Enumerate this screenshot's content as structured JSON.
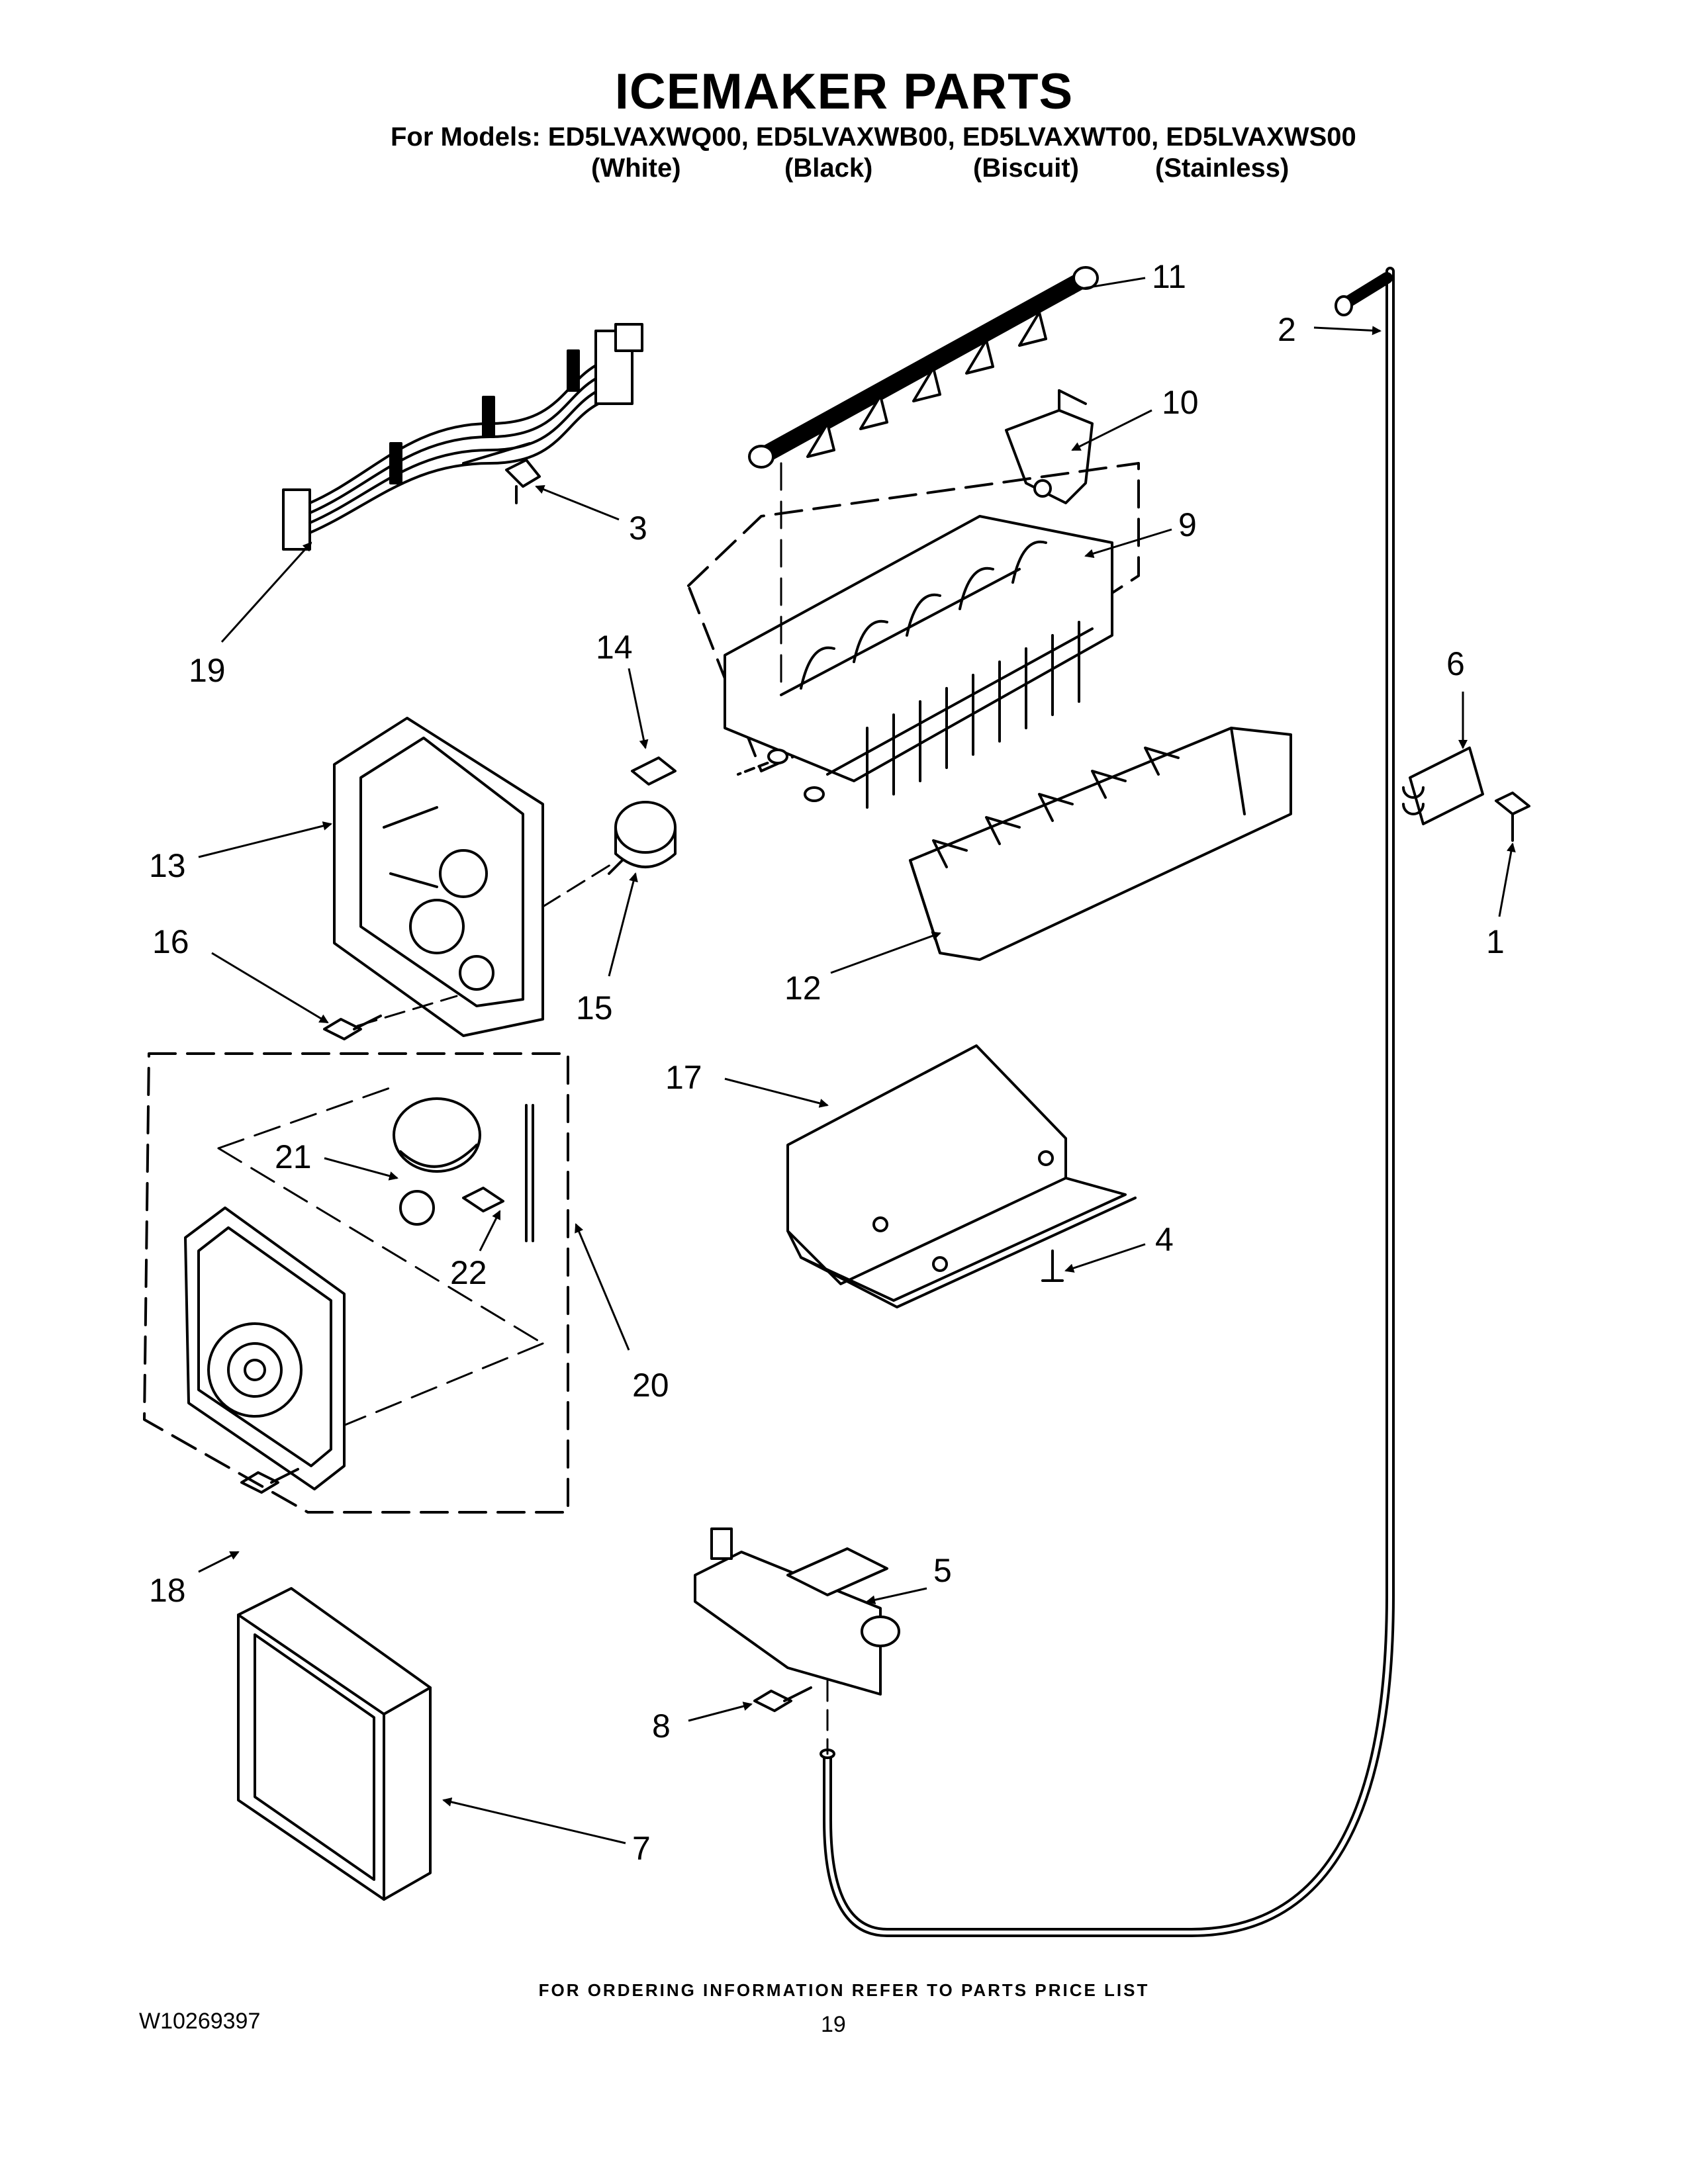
{
  "header": {
    "title": "ICEMAKER PARTS",
    "models_line": "For Models: ED5LVAXWQ00, ED5LVAXWB00, ED5LVAXWT00, ED5LVAXWS00",
    "finishes": [
      "(White)",
      "(Black)",
      "(Biscuit)",
      "(Stainless)"
    ]
  },
  "callouts": [
    "1",
    "2",
    "3",
    "4",
    "5",
    "6",
    "7",
    "8",
    "9",
    "10",
    "11",
    "12",
    "13",
    "14",
    "15",
    "16",
    "17",
    "18",
    "19",
    "20",
    "21",
    "22"
  ],
  "footer": {
    "ordering_note": "FOR ORDERING INFORMATION REFER TO PARTS PRICE LIST",
    "document_number": "W10269397",
    "page_number": "19"
  }
}
